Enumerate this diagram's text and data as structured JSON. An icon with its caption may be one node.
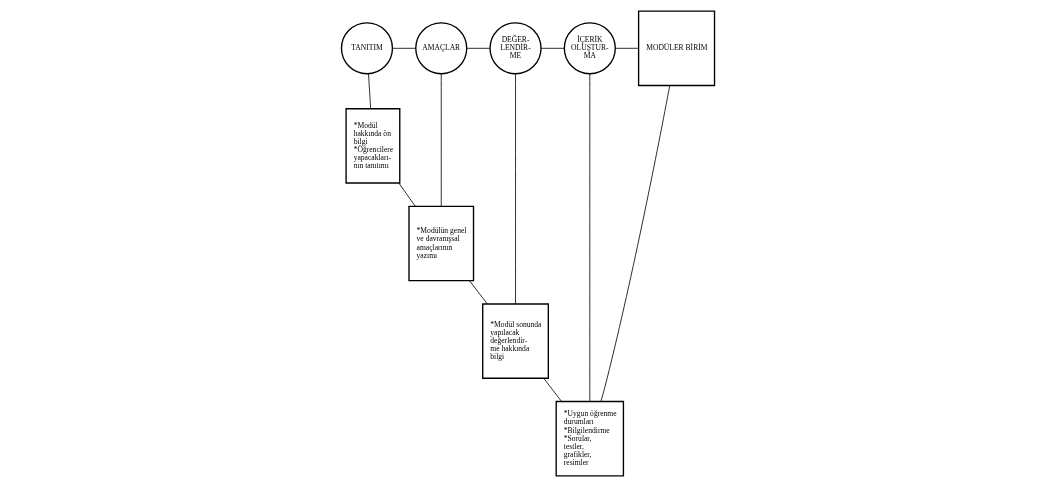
{
  "diagram": {
    "nodes": [
      {
        "text": [
          "TANITIM"
        ]
      },
      {
        "text": [
          "AMAÇLAR"
        ]
      },
      {
        "text": [
          "DEĞER- LENDİR- ME"
        ]
      },
      {
        "text": [
          "İÇERİK OLUŞTUR- MA"
        ]
      },
      {
        "text": [
          "MODÜLER BİRİM"
        ]
      },
      {
        "text": [
          "*Modül hakkında ön bilgi",
          "*Öğrencilere yapacakları- nın tanıtımı"
        ]
      },
      {
        "text": [
          "*Modülün genel ve davranışsal amaçlarının yazımı"
        ]
      },
      {
        "text": [
          "*Modül sonunda yapılacak değerlendir- me hakkında bilgi"
        ]
      },
      {
        "text": [
          "*Uygun öğrenme durumları",
          "*Bilgilendirme",
          "*Sorular, testler, grafikler, resimler"
        ]
      }
    ],
    "edges": [
      {
        "from": 0,
        "to": 1,
        "arrow": "none"
      },
      {
        "from": 1,
        "to": 2,
        "arrow": "none"
      },
      {
        "from": 2,
        "to": 3,
        "arrow": "none"
      },
      {
        "from": 3,
        "to": 4,
        "arrow": "none"
      },
      {
        "from": 0,
        "to": 5,
        "arrow": "none"
      },
      {
        "from": 1,
        "to": 6,
        "arrow": "none"
      },
      {
        "from": 2,
        "to": 7,
        "arrow": "none"
      },
      {
        "from": 3,
        "to": 8,
        "arrow": "none"
      },
      {
        "from": 5,
        "to": 6,
        "arrow": "none"
      },
      {
        "from": 6,
        "to": 7,
        "arrow": "none"
      },
      {
        "from": 7,
        "to": 8,
        "arrow": "none"
      },
      {
        "from": 8,
        "to": 4,
        "arrow": "none"
      }
    ]
  }
}
